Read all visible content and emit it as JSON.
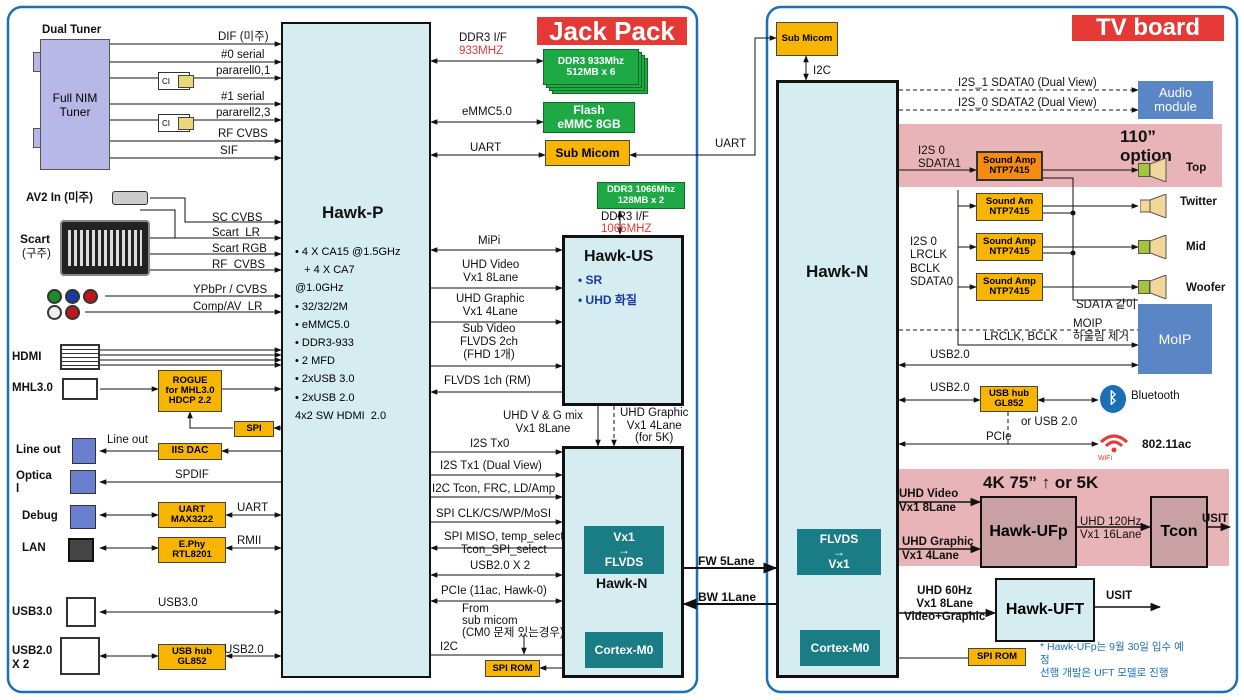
{
  "jack_pack": {
    "title": "Jack Pack",
    "dual_tuner_label": "Dual Tuner",
    "tuner_box": "Full NIM\nTuner",
    "tuner_signals": [
      "DIF (미주)",
      "#0 serial",
      "pararell0,1",
      "#1 serial",
      "pararell2,3",
      "RF CVBS",
      "SIF"
    ],
    "ci_label": "CI",
    "av2_in": "AV2 In (미주)",
    "av_signals": [
      "SC CVBS",
      "Scart_LR",
      "Scart RGB",
      "RF_CVBS"
    ],
    "scart": "Scart",
    "scart_note": "(구주)",
    "component_signals": [
      "YPbPr / CVBS",
      "Comp/AV_LR"
    ],
    "hdmi": "HDMI",
    "mhl": "MHL3.0",
    "rogue_box": "ROGUE\nfor MHL3.0\nHDCP 2.2",
    "spi_label": "SPI",
    "line_out": "Line out",
    "line_out_signal": "Line out",
    "iis_dac": "IIS DAC",
    "optical": "Optica\nl",
    "spdif": "SPDIF",
    "debug": "Debug",
    "uart_max": "UART\nMAX3222",
    "uart": "UART",
    "lan": "LAN",
    "ephy": "E.Phy\nRTL8201",
    "rmii": "RMII",
    "usb30": "USB3.0",
    "usb30_signal": "USB3.0",
    "usb20x2": "USB2.0\nX 2",
    "usb_hub_left": "USB hub\nGL852",
    "usb20_signal": "USB2.0",
    "hawk_p": {
      "title": "Hawk-P",
      "specs": [
        "• 4 X CA15 @1.5GHz",
        "   + 4 X CA7",
        "@1.0GHz",
        "• 32/32/2M",
        "• eMMC5.0",
        "• DDR3-933",
        "• 2 MFD",
        "• 2xUSB 3.0",
        "• 2xUSB 2.0",
        "4x2 SW HDMI  2.0"
      ]
    },
    "ddr_if": "DDR3 I/F",
    "ddr_if_speed": "933MHZ",
    "ddr_box": "DDR3 933Mhz\n512MB  x 6",
    "emmc_if": "eMMC5.0",
    "flash_box": "Flash\neMMC 8GB",
    "uart_if": "UART",
    "sub_micom_box": "Sub Micom",
    "ddr2_box": "DDR3 1066Mhz\n128MB  x 2",
    "ddr2_if": "DDR3 I/F",
    "ddr2_if_speed": "1066MHZ",
    "mipi": "MiPi",
    "uhd_video": "UHD Video\nVx1 8Lane",
    "uhd_graphic": "UHD Graphic\nVx1 4Lane",
    "sub_video": "Sub Video\nFLVDS 2ch\n(FHD 1개)",
    "flvds_1ch": "FLVDS 1ch (RM)",
    "hawk_us": {
      "title": "Hawk-US",
      "items": [
        "• SR",
        "• UHD 화질"
      ]
    },
    "uhd_vg_mix": "UHD V & G mix\nVx1 8Lane",
    "uhd_graphic_5k": "UHD Graphic\nVx1 4Lane\n(for 5K)",
    "i2s_tx0": "I2S Tx0",
    "i2s_tx1": "I2S Tx1 (Dual View)",
    "i2c_tcon": "I2C Tcon, FRC, LD/Amp",
    "spi_clk": "SPI CLK/CS/WP/MoSI",
    "spi_miso": "SPI MISO, temp_select\nTcon_SPI_select",
    "usb20x2_sig": "USB2.0 X 2",
    "pcie": "PCIe (11ac, Hawk-0)",
    "from_sub": "From\nsub micom\n(CM0 문제 있는경우)",
    "i2c": "I2C",
    "spi_rom": "SPI ROM",
    "vx1_flvds": "Vx1\n→\nFLVDS",
    "hawk_n_small": "Hawk-N",
    "cortex": "Cortex-M0"
  },
  "links": {
    "fw": "FW 5Lane",
    "bw": "BW 1Lane",
    "uart": "UART"
  },
  "tv_board": {
    "title": "TV board",
    "sub_micom": "Sub Micom",
    "i2c": "I2C",
    "hawk_n": "Hawk-N",
    "flvds_vx1": "FLVDS\n→\nVx1",
    "cortex": "Cortex-M0",
    "spi_rom": "SPI ROM",
    "i2s1": "I2S_1 SDATA0 (Dual View)",
    "i2s0": "I2S_0 SDATA2 (Dual View)",
    "audio_module": "Audio\nmodule",
    "option": "110”\noption",
    "i2s0_sdata1": "I2S 0\nSDATA1",
    "amp": "Sound Amp\nNTP7415",
    "amp_short": "Sound Am\nNTP7415",
    "speakers": [
      "Top",
      "Twitter",
      "Mid",
      "Woofer"
    ],
    "i2s_group": "I2S 0\nLRCLK\nBCLK\nSDATA0",
    "sdata_note": "SDATA 같이",
    "moip_note": "MOIP\n하울림 제거",
    "lrclk_bclk": "LRCLK, BCLK",
    "moip": "MoIP",
    "usb20_a": "USB2.0",
    "usb20_b": "USB2.0",
    "usb_hub": "USB hub\nGL852",
    "or_usb": "or USB 2.0",
    "bluetooth": "Bluetooth",
    "pcie": "PCIe",
    "wifi": "802.11ac",
    "wifi_small": "WiFi",
    "k4": "4K 75” ↑ or 5K",
    "uhd_video": "UHD Video\nVx1 8Lane",
    "uhd_graphic": "UHD Graphic\nVx1 4Lane",
    "hawk_ufp": "Hawk-UFp",
    "uhd120": "UHD 120Hz\nVx1 16Lane",
    "tcon": "Tcon",
    "usit": "USIT",
    "uhd60": "UHD 60Hz\nVx1 8Lane\nVideo+Graphic",
    "hawk_uft": "Hawk-UFT",
    "usit2": "USIT",
    "note": "* Hawk-UFp는 9월 30일 입수 예\n정\n  선행 개발은 UFT 모델로 진행"
  },
  "colors": {
    "accent_red": "#e53935",
    "frame_blue": "#1b6fb5",
    "cyan": "#d5ecf0",
    "amber": "#f7b500",
    "green": "#1daa45",
    "teal": "#1a7d86",
    "pink": "#e8b4b8"
  }
}
